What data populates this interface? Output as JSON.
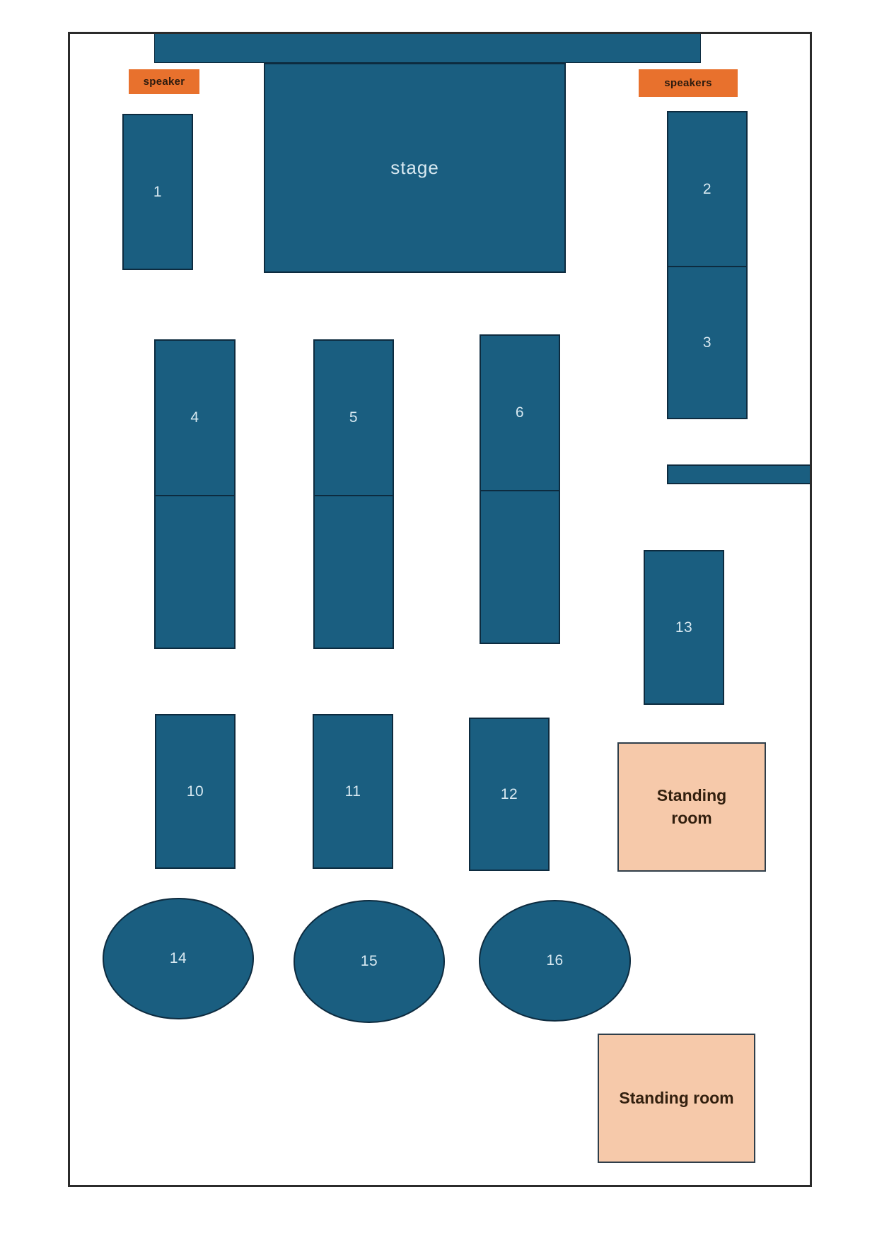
{
  "palette": {
    "table_fill": "#1a5e80",
    "table_border": "#0d2b3f",
    "accent_orange": "#e8712d",
    "standing_fill": "#f6c9aa",
    "standing_border": "#2f3e4a",
    "wall_color": "#2b2b2b",
    "label_light": "#d8e9f1",
    "label_dark": "#2b1a0e",
    "standing_text": "#33200f"
  },
  "stage": {
    "label": "stage"
  },
  "speakers": {
    "left_label": "speaker",
    "right_label": "speakers"
  },
  "tables": {
    "t1": "1",
    "t2": "2",
    "t3": "3",
    "t4": "4",
    "t5": "5",
    "t6": "6",
    "t10": "10",
    "t11": "11",
    "t12": "12",
    "t13": "13",
    "t14": "14",
    "t15": "15",
    "t16": "16"
  },
  "standing_rooms": {
    "upper_label": "Standing room",
    "lower_label": "Standing room"
  }
}
